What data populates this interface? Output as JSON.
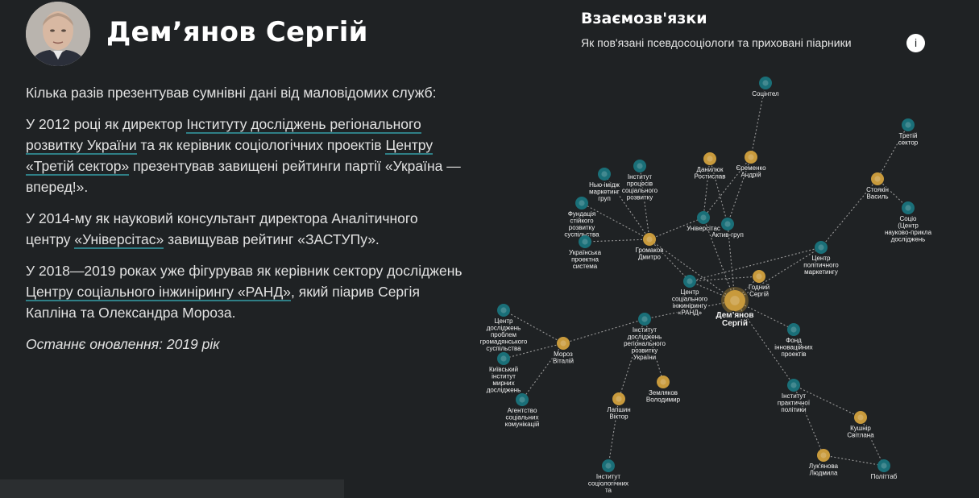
{
  "profile": {
    "name": "Дем’янов Сергій",
    "intro": "Кілька разів презентував сумнівні дані від маловідомих служб:",
    "p1": {
      "t1": "У 2012 році як директор ",
      "l1": "Інституту досліджень регіонального розвитку України",
      "t2": " та як керівник соціологічних проектів ",
      "l2": "Центру «Третій сектор»",
      "t3": " презентував завищені рейтинги партії «Україна — вперед!»."
    },
    "p2": {
      "t1": "У 2014-му як науковий консультант директора Аналітичного центру ",
      "l1": "«Універсітас»",
      "t2": " завищував рейтинг «ЗАСТУПу»."
    },
    "p3": {
      "t1": "У 2018—2019 роках уже фігурував як керівник сектору досліджень ",
      "l1": "Центру соціального інжинірингу «РАНД»",
      "t2": ", який піарив Сергія Капліна та Олександра Мороза."
    },
    "updated": "Останнє оновлення: 2019 рік"
  },
  "graph_panel": {
    "title": "Взаємозв'язки",
    "subtitle": "Як пов'язані псевдосоціологи та приховані піарники",
    "info_label": "i"
  },
  "colors": {
    "background": "#1f2224",
    "org_node": "#1a6f78",
    "person_node": "#c89a3c",
    "edge": "#9a9a9a",
    "link_underline": "#2f7f86"
  },
  "network": {
    "nodes": [
      {
        "id": "demianov",
        "type": "center",
        "label": [
          "Дем’янов",
          "Сергій"
        ]
      },
      {
        "id": "sotsintel",
        "type": "org",
        "label": [
          "Соцінтел"
        ]
      },
      {
        "id": "tretiy",
        "type": "org",
        "label": [
          "Третій",
          "сектор"
        ]
      },
      {
        "id": "danyliuk",
        "type": "person",
        "label": [
          "Данилюк",
          "Ростислав"
        ]
      },
      {
        "id": "yeremenko",
        "type": "person",
        "label": [
          "Єременко",
          "Андрій"
        ]
      },
      {
        "id": "stoiakin",
        "type": "person",
        "label": [
          "Стоякін",
          "Василь"
        ]
      },
      {
        "id": "sotsio",
        "type": "org",
        "label": [
          "Соціо",
          "(Центр",
          "науково-прикла",
          "досліджень"
        ]
      },
      {
        "id": "niu_imidzh",
        "type": "org",
        "label": [
          "Нью-імідж",
          "маркетинг",
          "груп"
        ]
      },
      {
        "id": "inst_protsesiv",
        "type": "org",
        "label": [
          "Інститут",
          "процесів",
          "соціального",
          "розвитку"
        ]
      },
      {
        "id": "fundatsiia",
        "type": "org",
        "label": [
          "Фундація",
          "стійкого",
          "розвитку",
          "суспільства"
        ]
      },
      {
        "id": "universitas",
        "type": "org",
        "label": [
          "Універсітас"
        ]
      },
      {
        "id": "aktiv",
        "type": "org",
        "label": [
          "Актив-груп"
        ]
      },
      {
        "id": "ukr_proektna",
        "type": "org",
        "label": [
          "Українська",
          "проектна",
          "система"
        ]
      },
      {
        "id": "gromakov",
        "type": "person",
        "label": [
          "Громаков",
          "Дмитро"
        ]
      },
      {
        "id": "tsentr_polit",
        "type": "org",
        "label": [
          "Центр",
          "політичного",
          "маркетингу"
        ]
      },
      {
        "id": "hodnyi",
        "type": "person",
        "label": [
          "Годний",
          "Сергій"
        ]
      },
      {
        "id": "rand",
        "type": "org",
        "label": [
          "Центр",
          "соціального",
          "інжинірингу",
          "«РАНД»"
        ]
      },
      {
        "id": "tsentr_problem",
        "type": "org",
        "label": [
          "Центр",
          "досліджень",
          "проблем",
          "громадянського",
          "суспільства"
        ]
      },
      {
        "id": "fond_inn",
        "type": "org",
        "label": [
          "Фонд",
          "інноваційних",
          "проектів"
        ]
      },
      {
        "id": "iirru",
        "type": "org",
        "label": [
          "Інститут",
          "досліджень",
          "регіонального",
          "розвитку",
          "України"
        ]
      },
      {
        "id": "moroz",
        "type": "person",
        "label": [
          "Мороз",
          "Віталій"
        ]
      },
      {
        "id": "kyivskyi",
        "type": "org",
        "label": [
          "Київський",
          "інститут",
          "мирних",
          "досліджень"
        ]
      },
      {
        "id": "zemliakov",
        "type": "person",
        "label": [
          "Земляков",
          "Володимир"
        ]
      },
      {
        "id": "inst_prakt",
        "type": "org",
        "label": [
          "Інститут",
          "практичної",
          "політики"
        ]
      },
      {
        "id": "agentstvo",
        "type": "org",
        "label": [
          "Агентство",
          "соціальних",
          "комунікацій"
        ]
      },
      {
        "id": "lapshyn",
        "type": "person",
        "label": [
          "Лапшин",
          "Віктор"
        ]
      },
      {
        "id": "kushnir",
        "type": "person",
        "label": [
          "Кушнір",
          "Світлана"
        ]
      },
      {
        "id": "lukianova",
        "type": "person",
        "label": [
          "Лук'янова",
          "Людмила"
        ]
      },
      {
        "id": "polittab",
        "type": "org",
        "label": [
          "Політтаб"
        ]
      },
      {
        "id": "inst_sotsiol",
        "type": "org",
        "label": [
          "Інститут",
          "соціологічних",
          "та"
        ]
      }
    ],
    "edges": [
      [
        "demianov",
        "rand"
      ],
      [
        "demianov",
        "iirru"
      ],
      [
        "demianov",
        "universitas"
      ],
      [
        "demianov",
        "aktiv"
      ],
      [
        "demianov",
        "hodnyi"
      ],
      [
        "demianov",
        "gromakov"
      ],
      [
        "demianov",
        "fond_inn"
      ],
      [
        "demianov",
        "inst_prakt"
      ],
      [
        "demianov",
        "tsentr_polit"
      ],
      [
        "sotsintel",
        "yeremenko"
      ],
      [
        "yeremenko",
        "universitas"
      ],
      [
        "yeremenko",
        "aktiv"
      ],
      [
        "danyliuk",
        "aktiv"
      ],
      [
        "danyliuk",
        "universitas"
      ],
      [
        "tretiy",
        "stoiakin"
      ],
      [
        "stoiakin",
        "sotsio"
      ],
      [
        "stoiakin",
        "tsentr_polit"
      ],
      [
        "gromakov",
        "niu_imidzh"
      ],
      [
        "gromakov",
        "inst_protsesiv"
      ],
      [
        "gromakov",
        "fundatsiia"
      ],
      [
        "gromakov",
        "ukr_proektna"
      ],
      [
        "gromakov",
        "universitas"
      ],
      [
        "gromakov",
        "rand"
      ],
      [
        "hodnyi",
        "rand"
      ],
      [
        "rand",
        "tsentr_polit"
      ],
      [
        "iirru",
        "moroz"
      ],
      [
        "iirru",
        "zemliakov"
      ],
      [
        "iirru",
        "lapshyn"
      ],
      [
        "moroz",
        "tsentr_problem"
      ],
      [
        "moroz",
        "kyivskyi"
      ],
      [
        "moroz",
        "agentstvo"
      ],
      [
        "lapshyn",
        "inst_sotsiol"
      ],
      [
        "inst_prakt",
        "kushnir"
      ],
      [
        "inst_prakt",
        "lukianova"
      ],
      [
        "kushnir",
        "polittab"
      ],
      [
        "lukianova",
        "polittab"
      ]
    ]
  }
}
